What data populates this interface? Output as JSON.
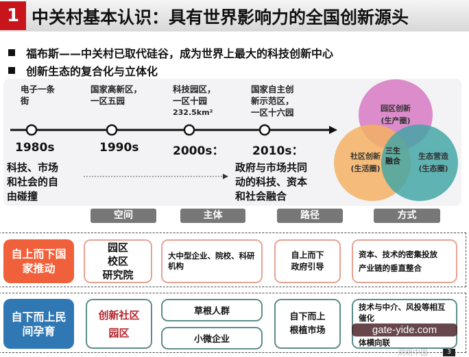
{
  "header": {
    "number": "1",
    "title": "中关村基本认识：具有世界影响力的全国创新源头"
  },
  "bullets": [
    "福布斯——中关村已取代硅谷，成为世界上最大的科技创新中心",
    "创新生态的复合化与立体化"
  ],
  "timeline": {
    "events": [
      {
        "label": [
          "电子一条",
          "街"
        ],
        "year": "1980s"
      },
      {
        "label": [
          "国家高新区，",
          "一区五园"
        ],
        "year": "1990s"
      },
      {
        "label": [
          "科技园区，",
          "一区十园",
          "232.5km²"
        ],
        "year": "2000s："
      },
      {
        "label": [
          "国家自主创",
          "新示范区，",
          "一区十六园"
        ],
        "year": "2010s："
      }
    ],
    "start_desc": [
      "科技、市场",
      "和社会的自",
      "由碰撞"
    ],
    "end_desc": [
      "政府与市场共同",
      "动的科技、资本",
      "和社会融合"
    ]
  },
  "venn": {
    "top": [
      "园区创新",
      "(生产圈)"
    ],
    "left": [
      "社区创新",
      "(生活圈)"
    ],
    "right": [
      "生态营造",
      "(生态圈)"
    ],
    "center": [
      "三生",
      "融合"
    ],
    "colors": {
      "top": "#d97fc6",
      "left": "#f3b064",
      "right": "#3fa5a5"
    }
  },
  "table": {
    "headers": [
      "空间",
      "主体",
      "路径",
      "方式"
    ],
    "rows": [
      {
        "label": "自上而下国家推动",
        "color": "#f0603a",
        "space": [
          "园区",
          "校区",
          "研究院"
        ],
        "actor": "大中型企业、院校、科研机构",
        "path": [
          "自上而下",
          "政府引导"
        ],
        "mode": [
          "资本、技术的密集投放",
          "产业链的垂直整合"
        ]
      },
      {
        "label": "自下而上民间孕育",
        "color": "#2f78b4",
        "space": [
          "创新社区",
          "园区"
        ],
        "actor": [
          "草根人群",
          "小微企业"
        ],
        "path": [
          "自下而上",
          "根植市场"
        ],
        "mode": [
          "技术与中介、风投等相互催化",
          "体横向联"
        ]
      }
    ]
  },
  "watermark": {
    "text": "gate-yide.com",
    "sub": "洞朔中国"
  },
  "page_number": "3"
}
